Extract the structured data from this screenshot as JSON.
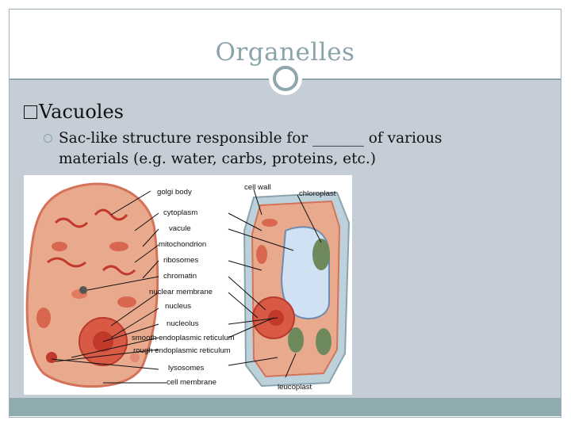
{
  "slide": {
    "title": "Organelles",
    "bullet1": "Vacuoles",
    "bullet2_line1": "Sac-like structure responsible for _______ of various",
    "bullet2_line2": "materials (e.g. water, carbs, proteins, etc.)"
  },
  "diagram": {
    "labels": {
      "golgi": "golgi body",
      "cell_wall": "cell wall",
      "chloroplast": "chloroplast",
      "cytoplasm": "cytoplasm",
      "vacule": "vacule",
      "mitochondrion": "mitochondrion",
      "ribosomes": "ribosomes",
      "chromatin": "chromatin",
      "nuclear_membrane": "nuclear membrane",
      "nucleus": "nucleus",
      "nucleolus": "nucleolus",
      "smooth_er": "smooth endoplasmic reticulum",
      "rough_er": "rough endoplasmic reticulum",
      "lysosomes": "lysosomes",
      "cell_membrane": "cell membrane",
      "leucoplast": "leucoplast"
    }
  },
  "colors": {
    "title": "#8aa4ab",
    "content_bg": "#c5ced6",
    "footer_bg": "#8fabb0",
    "accent": "#8fa6ad"
  }
}
